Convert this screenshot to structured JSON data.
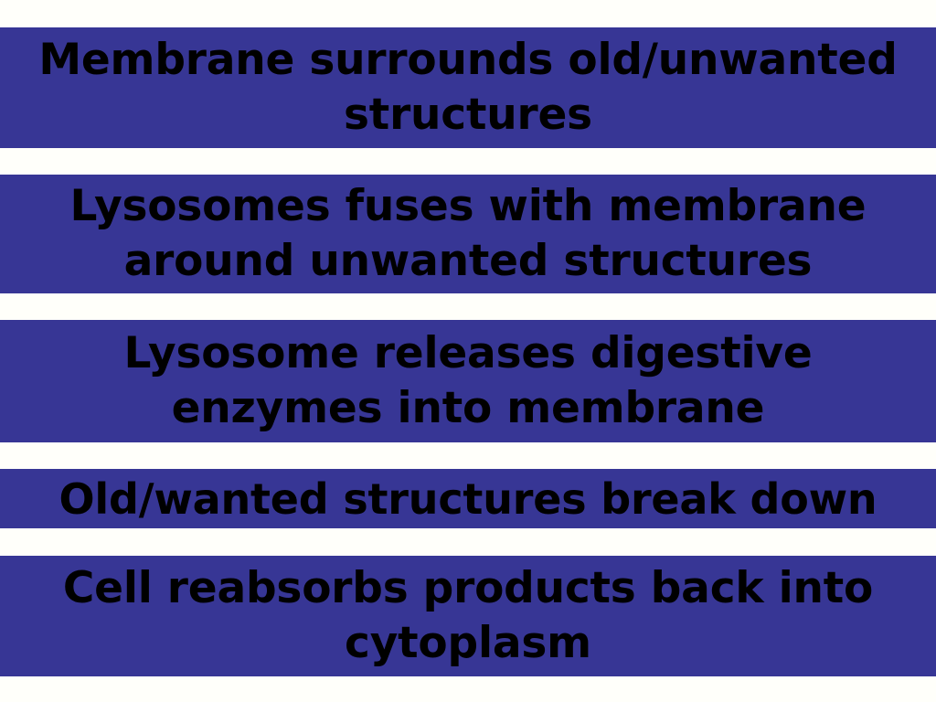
{
  "slide": {
    "background_color": "#fffffa",
    "band_color": "#373695",
    "text_color": "#000000",
    "steps": [
      {
        "id": "step-membrane-surrounds",
        "text": "Membrane surrounds old/unwanted structures"
      },
      {
        "id": "step-lysosome-fuses",
        "text": "Lysosomes fuses with membrane around unwanted structures"
      },
      {
        "id": "step-releases-enzymes",
        "text": "Lysosome releases digestive enzymes into membrane"
      },
      {
        "id": "step-structures-break-down",
        "text": "Old/wanted structures break down"
      },
      {
        "id": "step-cell-reabsorbs",
        "text": "Cell reabsorbs products back into cytoplasm"
      }
    ]
  }
}
